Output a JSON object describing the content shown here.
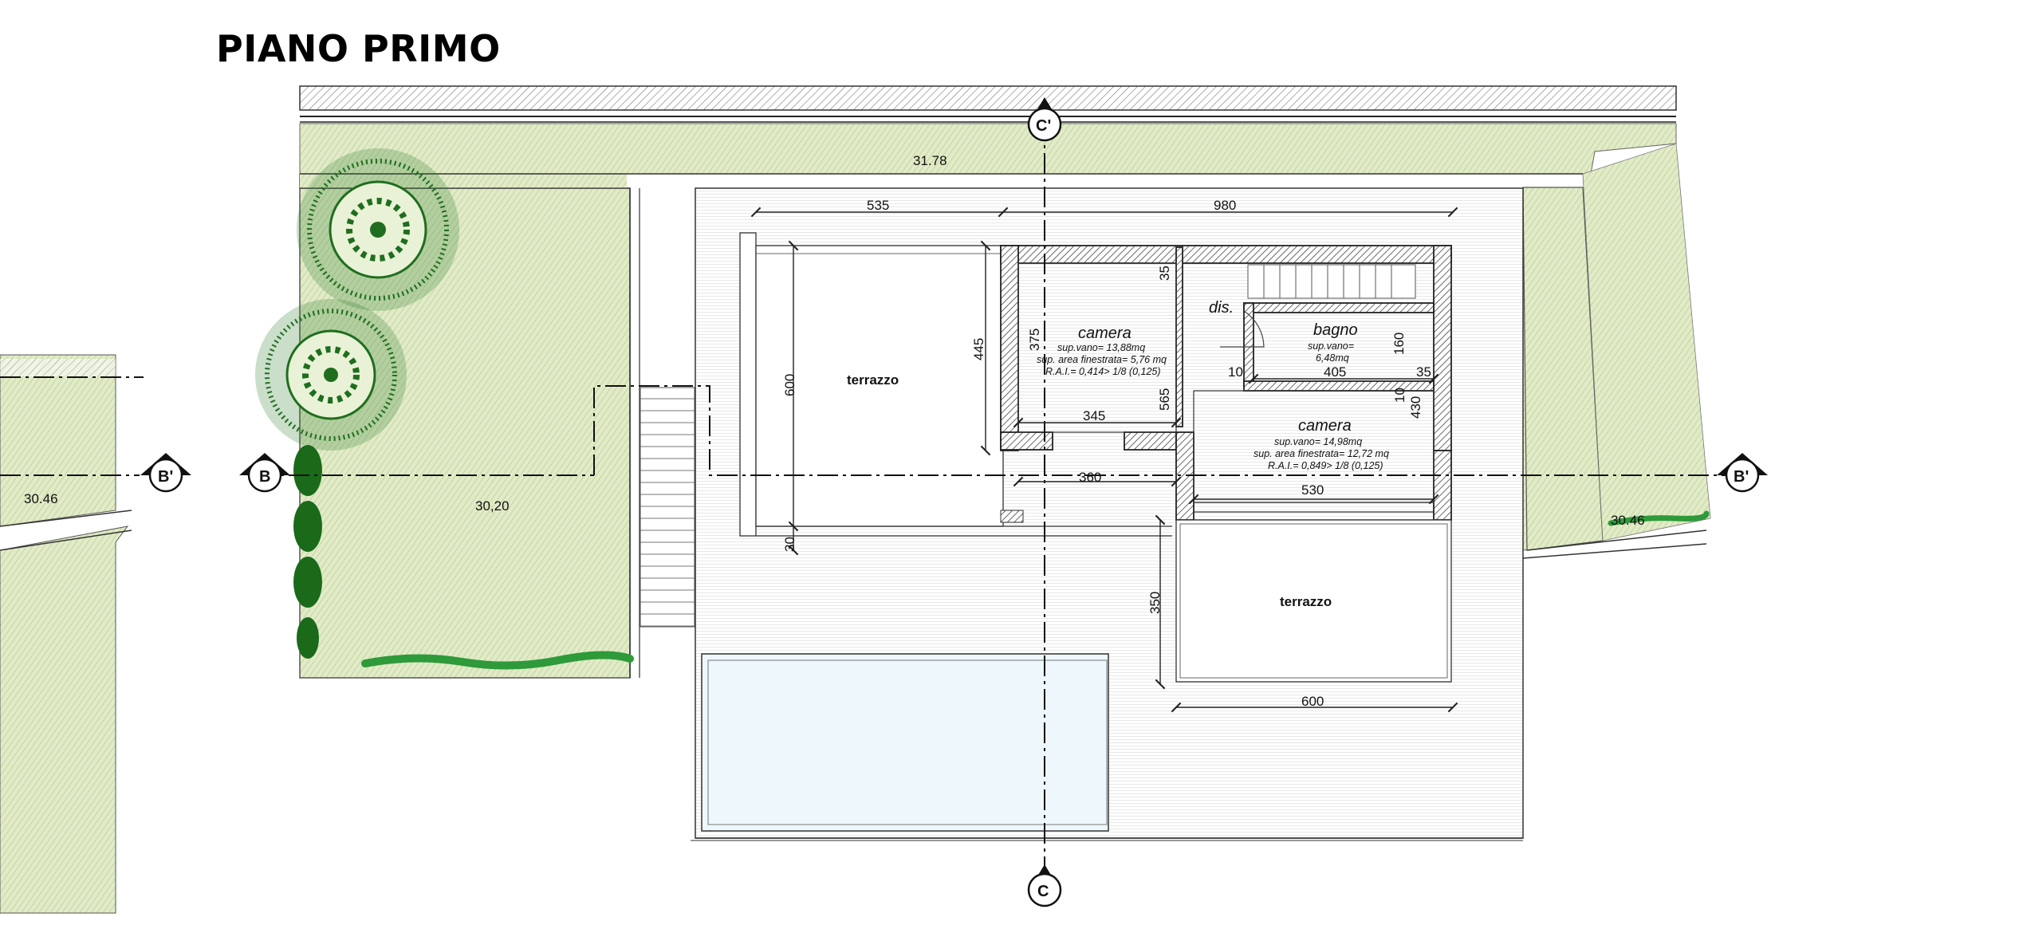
{
  "title": "PIANO PRIMO",
  "elevations": {
    "top": "31.78",
    "left": "30.46",
    "garden": "30,20",
    "right": "30.46"
  },
  "dimensions": {
    "top_left": "535",
    "top_right": "980",
    "terrace_left_height": "600",
    "terrace_left_bottom": "30",
    "camera1_height": "445",
    "camera1_inner": "375",
    "wall_35_top": "35",
    "camera1_width": "345",
    "camera1_height2": "565",
    "corridor_width": "360",
    "bagno_height": "160",
    "bagno_width": "405",
    "bagno_right": "35",
    "door_10a": "10",
    "door_10b": "10",
    "camera2_height": "430",
    "camera2_width": "530",
    "terrace_right_height": "350",
    "terrace_right_width": "600"
  },
  "rooms": {
    "terrazzo_left": "terrazzo",
    "terrazzo_right": "terrazzo",
    "camera1": {
      "name": "camera",
      "line1": "sup.vano= 13,88mq",
      "line2": "sup. area finestrata= 5,76 mq",
      "line3": "R.A.I.= 0,414> 1/8 (0,125)"
    },
    "dis": "dis.",
    "bagno": {
      "name": "bagno",
      "line1": "sup.vano=",
      "line2": "6,48mq"
    },
    "camera2": {
      "name": "camera",
      "line1": "sup.vano= 14,98mq",
      "line2": "sup. area finestrata= 12,72 mq",
      "line3": "R.A.I.= 0,849> 1/8 (0,125)"
    }
  },
  "section_marks": {
    "c_top": "C'",
    "c_bottom": "C",
    "b_left": "B",
    "b_prime_left": "B'",
    "b_prime_right": "B'"
  },
  "colors": {
    "lawn": "#dfe9c5",
    "lawn_hatch": "#b9cc8e",
    "tree": "#1f6e1f",
    "hedge": "#2e9a3a",
    "pool": "#eef7fb",
    "wall_hatch": "#555555"
  }
}
